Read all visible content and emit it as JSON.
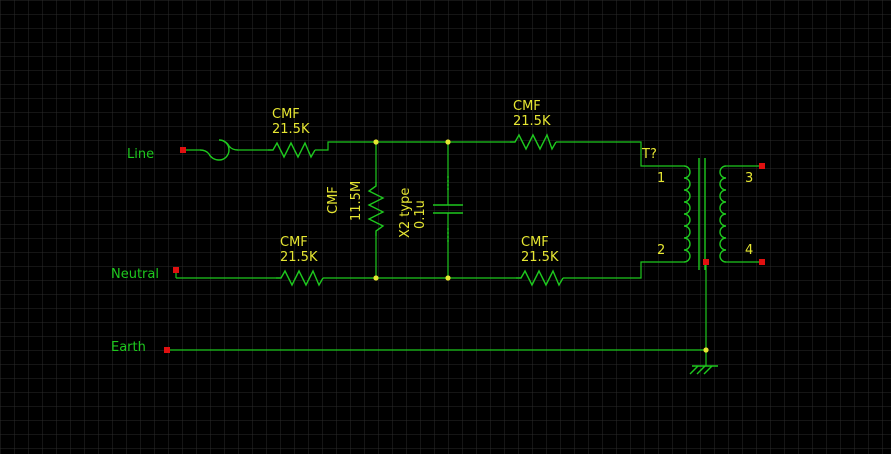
{
  "colors": {
    "background": "#000000",
    "grid": "#2a2a2a",
    "wire": "#1ec81e",
    "component_text": "#e6e632",
    "net_label_text": "#1ec81e",
    "port": "#e01010",
    "junction": "#e6e632"
  },
  "net_labels": {
    "line": "Line",
    "neutral": "Neutral",
    "earth": "Earth"
  },
  "components": {
    "r_line": {
      "type": "CMF",
      "value": "21.5K"
    },
    "r_top_right": {
      "type": "CMF",
      "value": "21.5K"
    },
    "r_shunt": {
      "type": "CMF",
      "value": "11.5M"
    },
    "cap_x2": {
      "type": "X2 type",
      "value": "0.1u"
    },
    "r_neutral": {
      "type": "CMF",
      "value": "21.5K"
    },
    "r_bottom_right": {
      "type": "CMF",
      "value": "21.5K"
    },
    "transformer": {
      "ref": "T?",
      "pins": {
        "p1": "1",
        "p2": "2",
        "p3": "3",
        "p4": "4"
      }
    }
  },
  "icons": {
    "fuse": "fuse-symbol",
    "ground": "chassis-ground-symbol"
  }
}
